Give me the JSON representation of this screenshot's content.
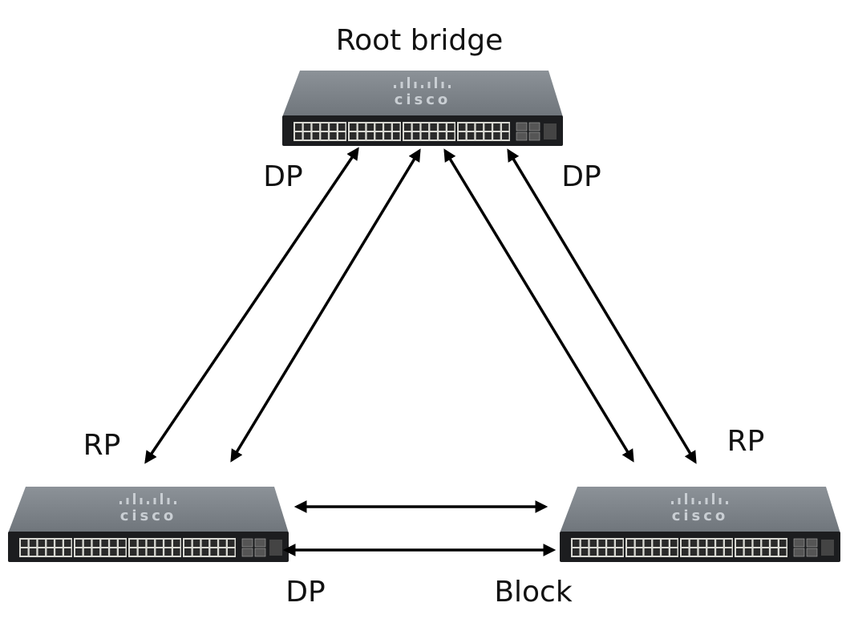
{
  "title": "Root bridge",
  "switches": [
    {
      "id": "root",
      "logo": "cisco"
    },
    {
      "id": "left",
      "logo": "cisco"
    },
    {
      "id": "right",
      "logo": "cisco"
    }
  ],
  "port_labels": {
    "root_left": "DP",
    "root_right": "DP",
    "left_up": "RP",
    "right_up": "RP",
    "left_bottom": "DP",
    "right_bottom": "Block"
  },
  "colors": {
    "switch_top": "#7f858b",
    "switch_front": "#1c1d1f",
    "port": "#d8d8d2",
    "arrow": "#000000"
  }
}
